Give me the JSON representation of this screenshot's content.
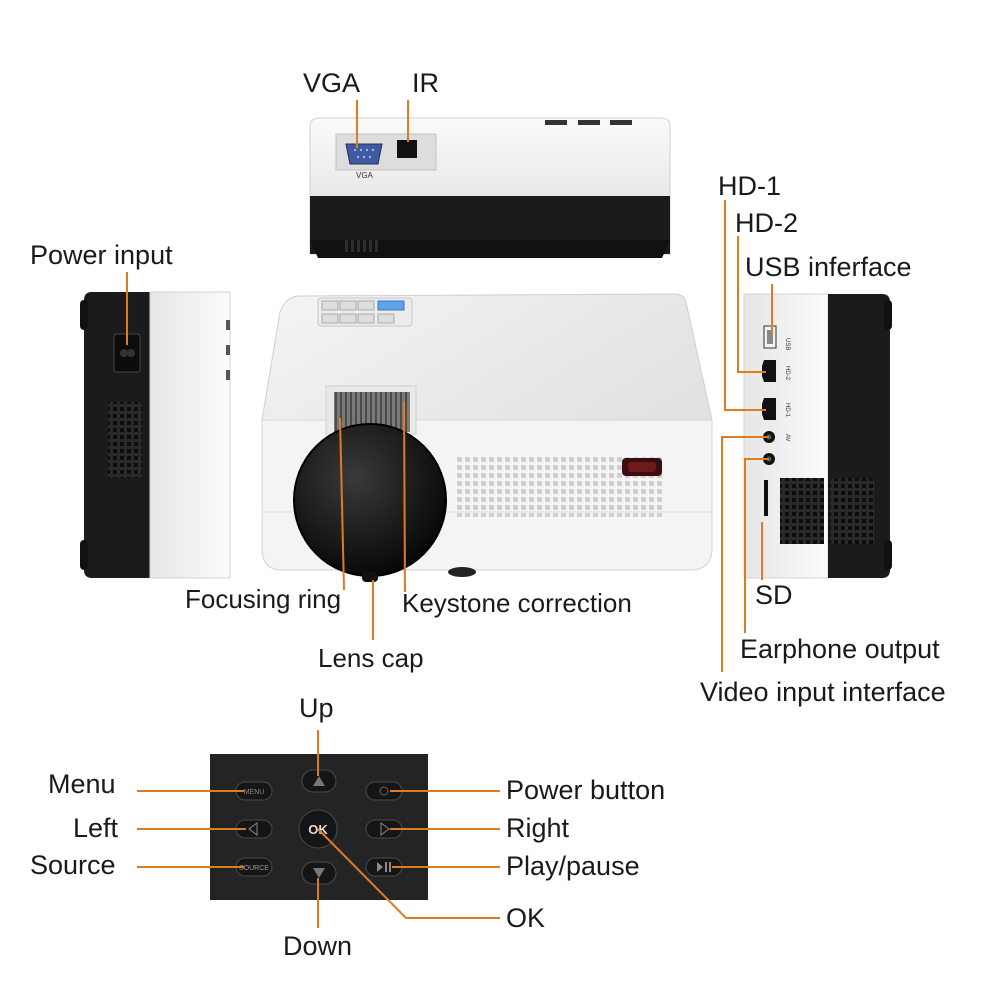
{
  "colors": {
    "leader_line": "#e07b20",
    "device_white": "#f1f1f1",
    "device_black": "#1b1b1b",
    "remote_panel": "#242424",
    "background": "#ffffff"
  },
  "labels": {
    "vga": "VGA",
    "ir": "IR",
    "power_input": "Power input",
    "hd1": "HD-1",
    "hd2": "HD-2",
    "usb": "USB inferface",
    "focusing_ring": "Focusing ring",
    "keystone": "Keystone correction",
    "lens_cap": "Lens cap",
    "sd": "SD",
    "earphone": "Earphone output",
    "video_input": "Video input interface",
    "up": "Up",
    "menu": "Menu",
    "left": "Left",
    "source": "Source",
    "power_button": "Power button",
    "right": "Right",
    "play_pause": "Play/pause",
    "ok": "OK",
    "down": "Down"
  },
  "device_markings": {
    "vga_port": "VGA",
    "usb_port": "USB",
    "hd2_port": "HD-2",
    "hd1_port": "HD-1",
    "av_port": "AV",
    "sd_slot": "SD"
  },
  "keypad": {
    "menu": "MENU",
    "ok": "OK",
    "source": "SOURCE"
  },
  "icons": [
    "vga-port-icon",
    "ir-window-icon",
    "power-socket-icon",
    "usb-port-icon",
    "hdmi-port-icon",
    "audio-jack-icon",
    "sd-slot-icon",
    "up-arrow-icon",
    "down-arrow-icon",
    "left-arrow-icon",
    "right-arrow-icon",
    "power-icon",
    "play-pause-icon"
  ]
}
